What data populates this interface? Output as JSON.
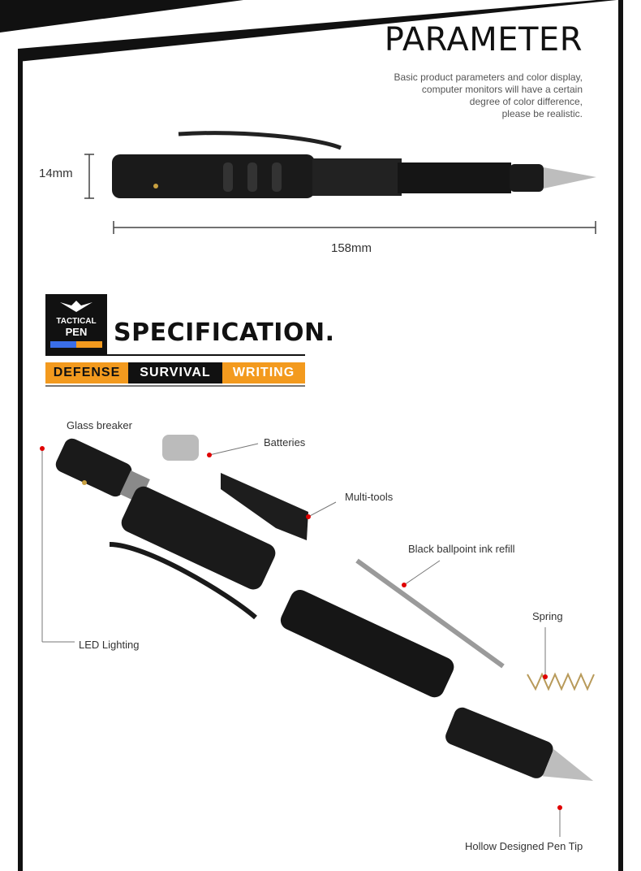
{
  "parameter": {
    "title": "PARAMETER",
    "subtitle": "Basic product parameters and color display,\ncomputer monitors will have a certain\ndegree of color difference,\nplease be realistic.",
    "diameter": "14mm",
    "length": "158mm"
  },
  "specification": {
    "logo_line1": "TACTICAL",
    "logo_line2": "PEN",
    "title": "SPECIFICATION.",
    "tags": [
      "DEFENSE",
      "SURVIVAL",
      "WRITING"
    ]
  },
  "parts": {
    "glass_breaker": "Glass breaker",
    "batteries": "Batteries",
    "multi_tools": "Multi-tools",
    "ink_refill": "Black ballpoint ink refill",
    "spring": "Spring",
    "led": "LED Lighting",
    "pen_tip": "Hollow Designed Pen Tip"
  },
  "colors": {
    "frame": "#111111",
    "accent_orange": "#f39a1e",
    "dot_red": "#e00000"
  }
}
